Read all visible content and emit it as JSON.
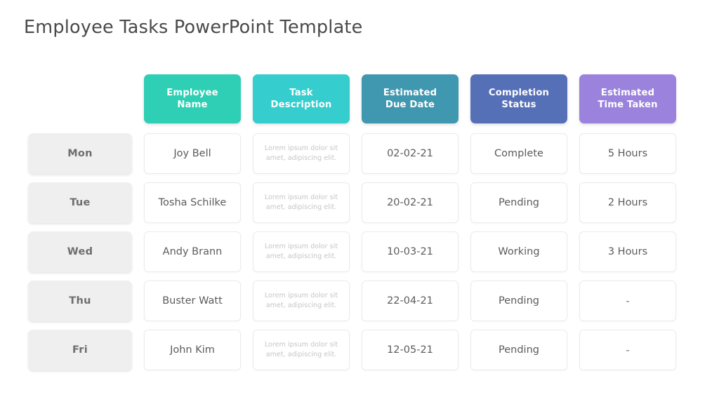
{
  "slide": {
    "title": "Employee Tasks PowerPoint Template"
  },
  "table": {
    "corner_label": "",
    "columns": [
      {
        "key": "employee_name",
        "label_line1": "Employee",
        "label_line2": "Name",
        "color": "#2ecfb4"
      },
      {
        "key": "task_desc",
        "label_line1": "Task",
        "label_line2": "Description",
        "color": "#35cdcd"
      },
      {
        "key": "due_date",
        "label_line1": "Estimated",
        "label_line2": "Due Date",
        "color": "#3f97b0"
      },
      {
        "key": "status",
        "label_line1": "Completion",
        "label_line2": "Status",
        "color": "#5670b8"
      },
      {
        "key": "time_taken",
        "label_line1": "Estimated",
        "label_line2": "Time Taken",
        "color": "#9b82dd"
      }
    ],
    "rows": [
      {
        "day": "Mon",
        "employee_name": "Joy Bell",
        "task_desc": "Lorem ipsum dolor sit amet, adipiscing elit.",
        "due_date": "02-02-21",
        "status": "Complete",
        "time_taken": "5 Hours"
      },
      {
        "day": "Tue",
        "employee_name": "Tosha Schilke",
        "task_desc": "Lorem ipsum dolor sit amet, adipiscing elit.",
        "due_date": "20-02-21",
        "status": "Pending",
        "time_taken": "2 Hours"
      },
      {
        "day": "Wed",
        "employee_name": "Andy Brann",
        "task_desc": "Lorem ipsum dolor sit amet, adipiscing elit.",
        "due_date": "10-03-21",
        "status": "Working",
        "time_taken": "3 Hours"
      },
      {
        "day": "Thu",
        "employee_name": "Buster Watt",
        "task_desc": "Lorem ipsum dolor sit amet, adipiscing elit.",
        "due_date": "22-04-21",
        "status": "Pending",
        "time_taken": "-"
      },
      {
        "day": "Fri",
        "employee_name": "John Kim",
        "task_desc": "Lorem ipsum dolor sit amet, adipiscing elit.",
        "due_date": "12-05-21",
        "status": "Pending",
        "time_taken": "-"
      }
    ]
  }
}
